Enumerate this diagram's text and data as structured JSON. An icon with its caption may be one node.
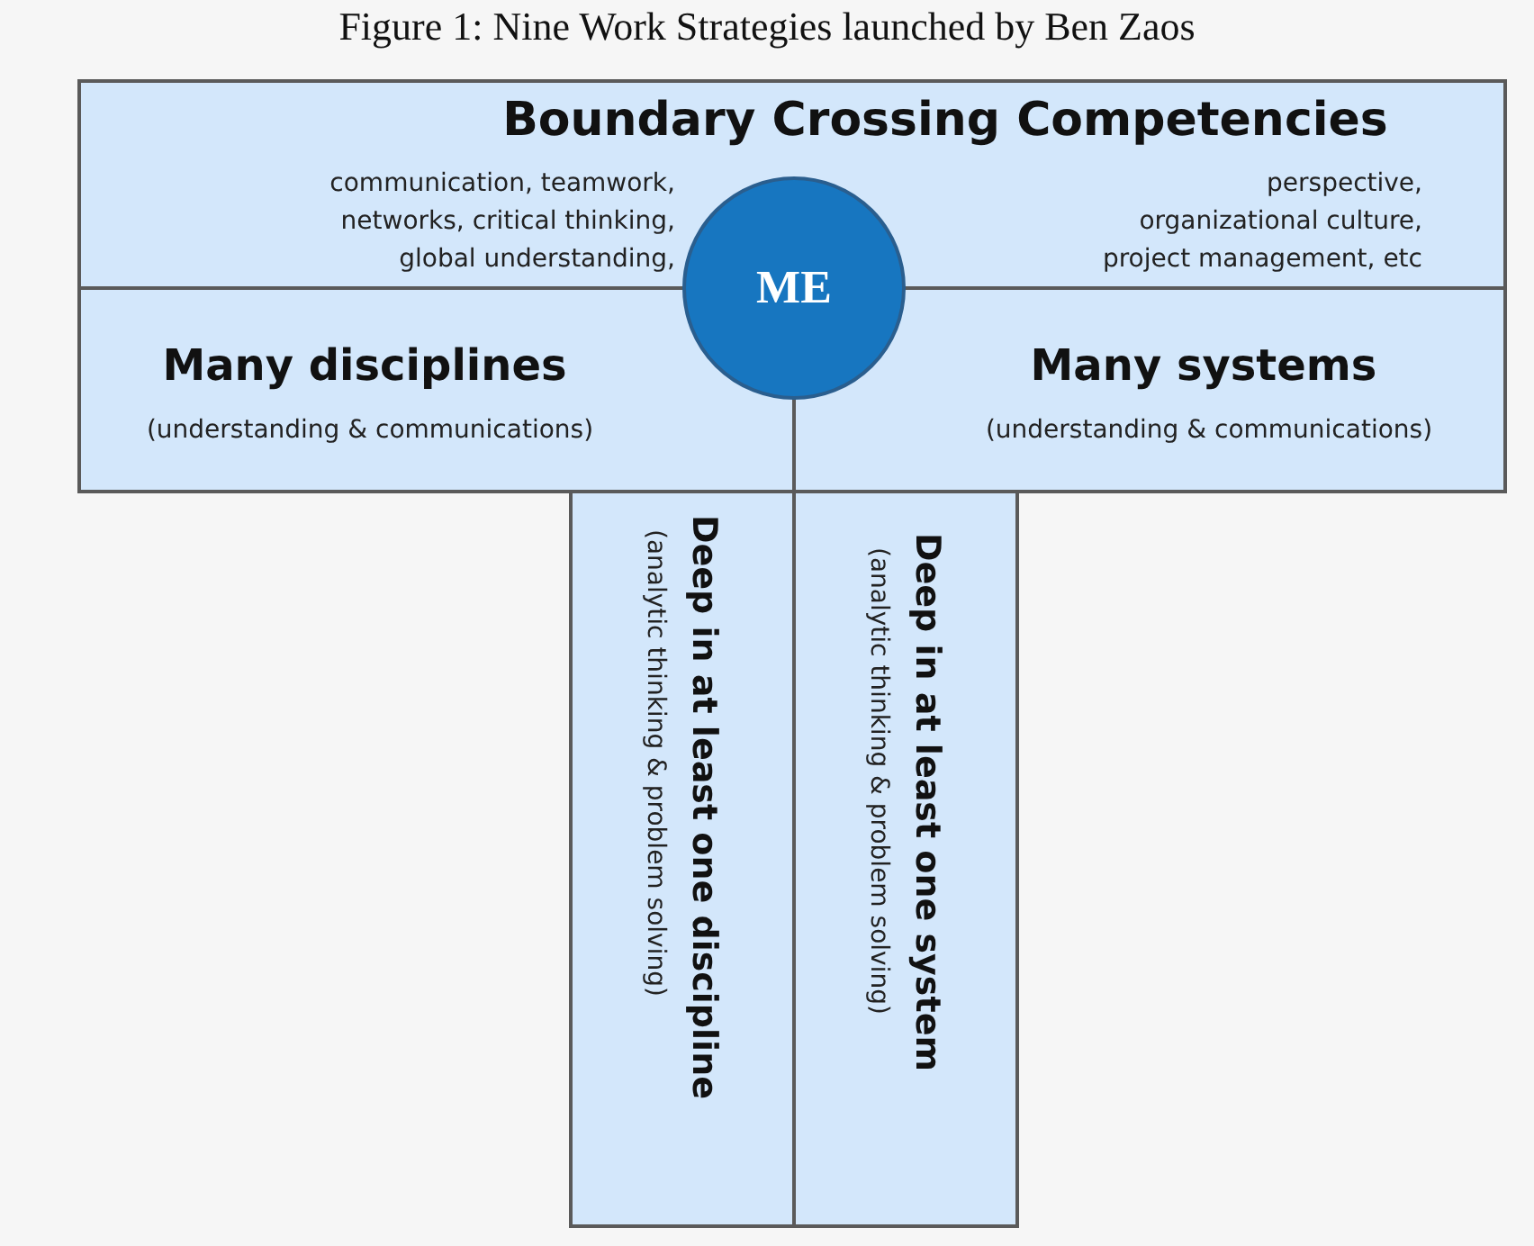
{
  "diagram": {
    "title": "Figure 1: Nine Work Strategies launched by Ben Zaos",
    "nodes": [
      {
        "text": [
          "Boundary Crossing Competencies",
          "communication, teamwork, networks, critical thinking, global understanding,",
          "perspective, organizational culture, project management, etc"
        ]
      },
      {
        "text": [
          "ME"
        ]
      },
      {
        "text": [
          "Many disciplines",
          "(understanding & communications)"
        ]
      },
      {
        "text": [
          "Many systems",
          "(understanding & communications)"
        ]
      },
      {
        "text": [
          "Deep in at least one discipline",
          "(analytic thinking & problem solving)"
        ]
      },
      {
        "text": [
          "Deep in at least one system",
          "(analytic thinking & problem solving)"
        ]
      }
    ],
    "edges": []
  }
}
